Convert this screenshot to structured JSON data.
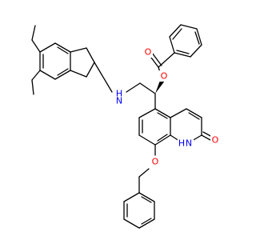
{
  "structure": {
    "atoms": {
      "amine": {
        "text": "N",
        "h": "H",
        "color": "#0000ff"
      },
      "ester_ether_o": {
        "text": "O",
        "color": "#ff0000"
      },
      "carbonyl_o": {
        "text": "O",
        "color": "#ff0000"
      },
      "lactam_nh": {
        "text": "N",
        "h": "H",
        "color": "#0000ff"
      },
      "lactam_o": {
        "text": "O",
        "color": "#ff0000"
      },
      "benzyloxy_o": {
        "text": "O",
        "color": "#ff0000"
      }
    }
  }
}
